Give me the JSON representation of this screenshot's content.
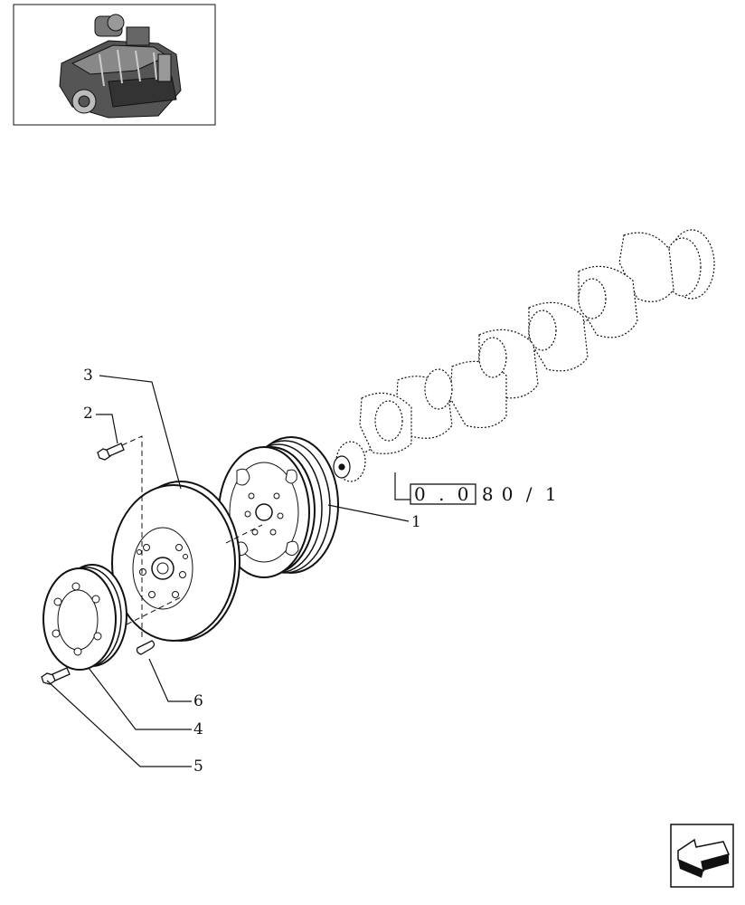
{
  "diagram": {
    "callouts": [
      {
        "id": "1",
        "label": "1"
      },
      {
        "id": "2",
        "label": "2"
      },
      {
        "id": "3",
        "label": "3"
      },
      {
        "id": "4",
        "label": "4"
      },
      {
        "id": "5",
        "label": "5"
      },
      {
        "id": "6",
        "label": "6"
      }
    ],
    "reference": {
      "boxed": "0 . 0 8",
      "rest": ". 0 / 1"
    }
  },
  "icons": {
    "thumbnail": "engine-thumbnail-icon",
    "nav": "next-page-arrow-icon"
  }
}
